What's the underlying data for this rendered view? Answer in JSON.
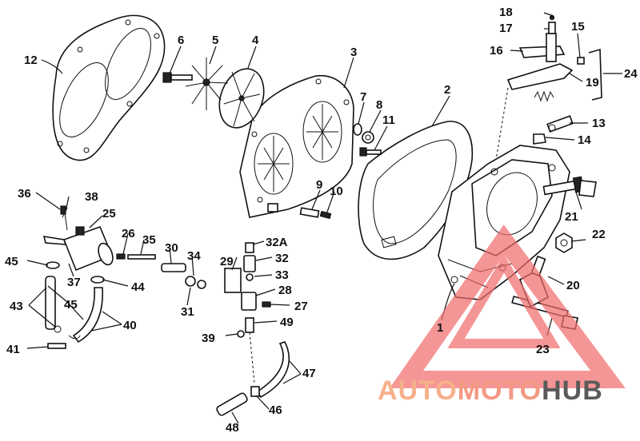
{
  "labels": [
    "1",
    "2",
    "3",
    "4",
    "5",
    "6",
    "7",
    "8",
    "9",
    "10",
    "11",
    "12",
    "13",
    "14",
    "15",
    "16",
    "17",
    "18",
    "19",
    "20",
    "21",
    "22",
    "23",
    "24",
    "25",
    "26",
    "27",
    "28",
    "29",
    "30",
    "31",
    "32",
    "32A",
    "33",
    "34",
    "35",
    "36",
    "37",
    "38",
    "39",
    "40",
    "41",
    "43",
    "44",
    "45",
    "46",
    "47",
    "48",
    "49"
  ],
  "watermark": {
    "part1": "AUTO",
    "part2": "MOTO",
    "part3": "HUB",
    "colors": {
      "triangle": "#f26b6b",
      "auto": "#f6b08a",
      "moto": "#f39a84",
      "hub": "#5a5a5a"
    }
  }
}
